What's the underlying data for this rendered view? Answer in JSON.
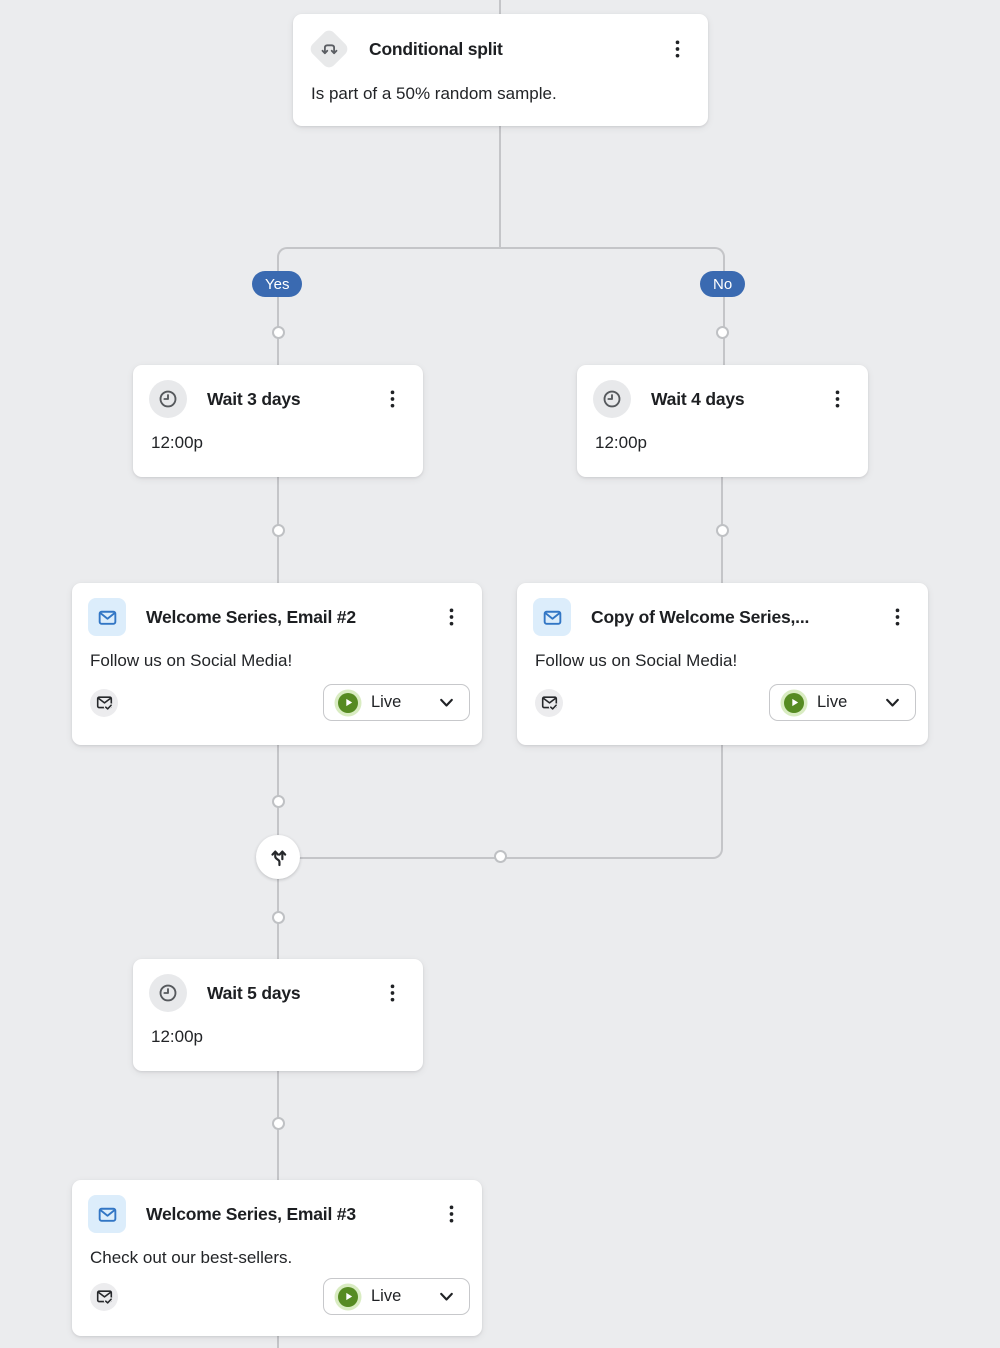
{
  "badges": {
    "yes": "Yes",
    "no": "No"
  },
  "nodes": {
    "conditional_split": {
      "title": "Conditional split",
      "description": "Is part of a 50% random sample."
    },
    "wait_3": {
      "title": "Wait 3 days",
      "time": "12:00p"
    },
    "wait_4": {
      "title": "Wait 4 days",
      "time": "12:00p"
    },
    "email_2": {
      "title": "Welcome Series, Email #2",
      "subject": "Follow us on Social Media!",
      "status": "Live"
    },
    "email_copy": {
      "title": "Copy of Welcome Series,...",
      "subject": "Follow us on Social Media!",
      "status": "Live"
    },
    "wait_5": {
      "title": "Wait 5 days",
      "time": "12:00p"
    },
    "email_3": {
      "title": "Welcome Series, Email #3",
      "subject": "Check out our best-sellers.",
      "status": "Live"
    }
  },
  "icons": {
    "conditional_split": "split-arrows-icon",
    "wait": "clock-icon",
    "email": "envelope-icon",
    "delivery": "envelope-check-icon",
    "status": "play-icon",
    "dropdown": "chevron-down-icon",
    "menu": "kebab-menu-icon",
    "merge": "merge-arrows-icon"
  },
  "colors": {
    "background": "#ebecee",
    "connector_line": "#c4c5c8",
    "badge_blue": "#3a6ab1",
    "status_green": "#568b22",
    "status_green_halo": "#d9ecc2",
    "email_icon_blue": "#3276c5",
    "email_icon_bg": "#dcedfb"
  }
}
